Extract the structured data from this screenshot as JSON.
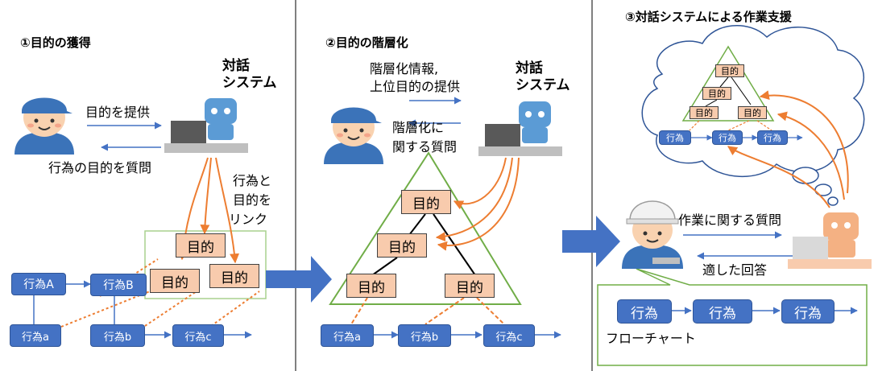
{
  "panel1": {
    "title": "①目的の獲得",
    "system_line1": "対話",
    "system_line2": "システム",
    "provide_goal": "目的を提供",
    "ask_goal": "行為の目的を質問",
    "link_line1": "行為と",
    "link_line2": "目的を",
    "link_line3": "リンク",
    "goals": [
      "目的",
      "目的",
      "目的"
    ],
    "actions_upper": [
      "行為A",
      "行為B"
    ],
    "actions_lower": [
      "行為a",
      "行為b",
      "行為c"
    ]
  },
  "panel2": {
    "title": "②目的の階層化",
    "info_line1": "階層化情報,",
    "info_line2": "上位目的の提供",
    "system_line1": "対話",
    "system_line2": "システム",
    "question_line1": "階層化に",
    "question_line2": "関する質問",
    "goals": [
      "目的",
      "目的",
      "目的",
      "目的"
    ],
    "actions": [
      "行為a",
      "行為b",
      "行為c"
    ]
  },
  "panel3": {
    "title": "③対話システムによる作業支援",
    "cloud_goals": [
      "目的",
      "目的",
      "目的",
      "目的"
    ],
    "cloud_actions": [
      "行為",
      "行為",
      "行為"
    ],
    "work_question": "作業に関する質問",
    "answer": "適した回答",
    "flow_actions": [
      "行為",
      "行為",
      "行為"
    ],
    "flowchart": "フローチャート"
  },
  "colors": {
    "action_blue": "#4472c4",
    "goal_fill": "#f8cbad",
    "orange_arrow": "#ed7d31",
    "triangle_green": "#70ad47",
    "frame_green": "#a9d18e"
  }
}
